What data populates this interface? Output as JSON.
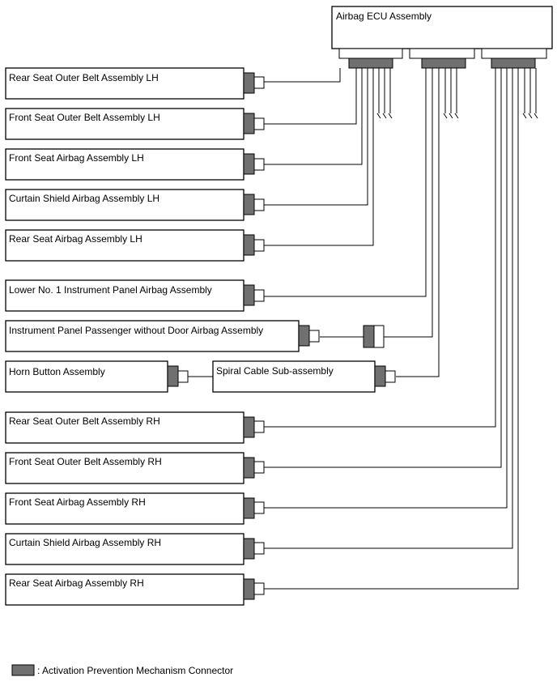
{
  "ecu": {
    "label": "Airbag ECU Assembly"
  },
  "components": {
    "rear_seat_outer_belt_lh": "Rear Seat Outer Belt Assembly LH",
    "front_seat_outer_belt_lh": "Front Seat Outer Belt Assembly LH",
    "front_seat_airbag_lh": "Front Seat Airbag Assembly LH",
    "curtain_shield_airbag_lh": "Curtain Shield Airbag Assembly LH",
    "rear_seat_airbag_lh": "Rear Seat Airbag Assembly LH",
    "lower_no1_ip_airbag": "Lower No. 1 Instrument Panel Airbag Assembly",
    "ip_passenger_airbag": "Instrument Panel Passenger without Door Airbag Assembly",
    "horn_button": "Horn Button Assembly",
    "spiral_cable": "Spiral Cable Sub-assembly",
    "rear_seat_outer_belt_rh": "Rear Seat Outer Belt Assembly RH",
    "front_seat_outer_belt_rh": "Front Seat Outer Belt Assembly RH",
    "front_seat_airbag_rh": "Front Seat Airbag Assembly RH",
    "curtain_shield_airbag_rh": "Curtain Shield Airbag Assembly RH",
    "rear_seat_airbag_rh": "Rear Seat Airbag Assembly RH"
  },
  "legend": {
    "label": ": Activation Prevention Mechanism Connector"
  },
  "colors": {
    "apm_connector": "#707070",
    "line": "#000000",
    "background": "#ffffff"
  }
}
